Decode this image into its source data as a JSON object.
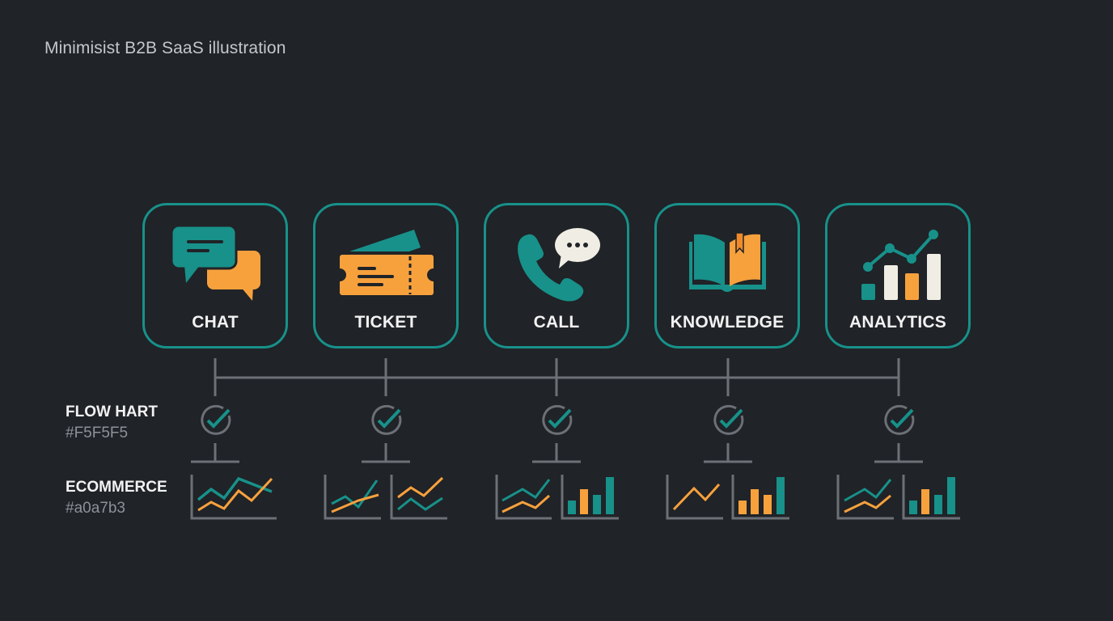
{
  "caption": "Minimisist B2B SaaS illustration",
  "colors": {
    "background": "#202327",
    "teal": "#17918a",
    "orange": "#f7a13d",
    "cream": "#f0ede4",
    "connector_gray": "#6c7077",
    "label_white": "#f2f2f2",
    "muted_text": "#8d9199"
  },
  "cards": [
    {
      "label": "CHAT",
      "icon": "chat-bubbles-icon"
    },
    {
      "label": "TICKET",
      "icon": "ticket-icon"
    },
    {
      "label": "CALL",
      "icon": "phone-call-icon"
    },
    {
      "label": "KNOWLEDGE",
      "icon": "open-book-icon"
    },
    {
      "label": "ANALYTICS",
      "icon": "analytics-chart-icon"
    }
  ],
  "legend": [
    {
      "title": "FLOW HART",
      "sub": "#F5F5F5"
    },
    {
      "title": "ECOMMERCE",
      "sub": "#a0a7b3"
    }
  ],
  "status_checks": [
    "check-circle-icon",
    "check-circle-icon",
    "check-circle-icon",
    "check-circle-icon",
    "check-circle-icon"
  ],
  "mini_charts": [
    [
      "dual-line-chart"
    ],
    [
      "dual-line-chart",
      "dual-line-chart"
    ],
    [
      "dual-line-chart",
      "bar-chart"
    ],
    [
      "single-line-chart",
      "bar-chart"
    ],
    [
      "dual-line-chart",
      "bar-chart"
    ]
  ]
}
